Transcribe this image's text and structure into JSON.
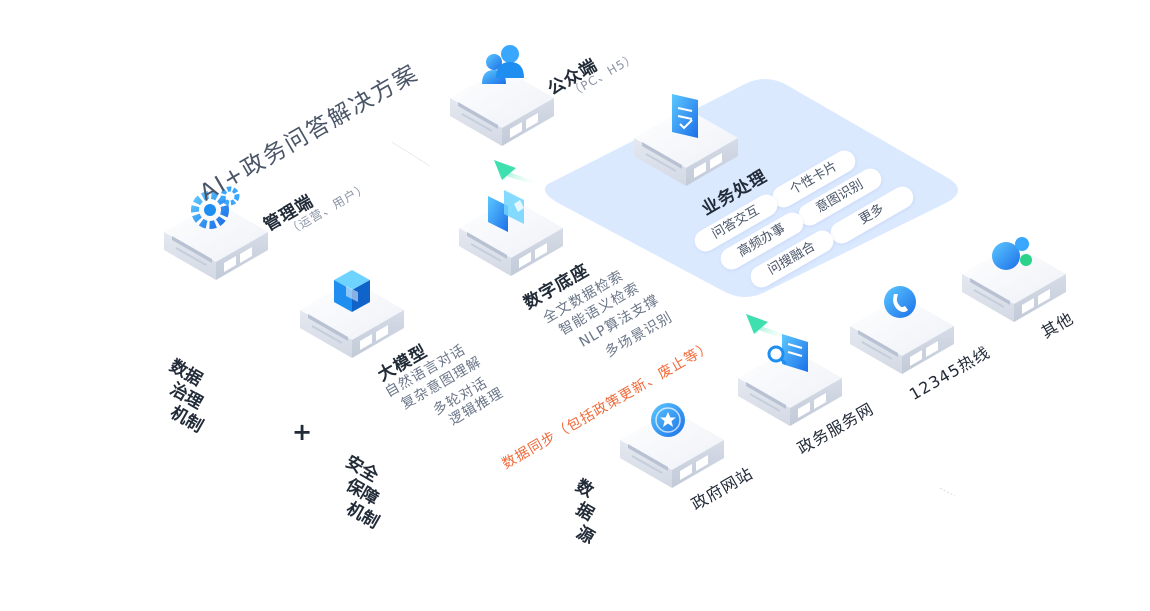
{
  "title": "AI+政务问答解决方案",
  "colors": {
    "accent": "#1e8ff0",
    "accent_light": "#dbe9ff",
    "sync": "#f06a3a",
    "text_dark": "#222b38",
    "text_muted": "#8a94a6"
  },
  "nodes": {
    "public": {
      "title": "公众端",
      "subtitle": "（PC、H5）",
      "icon": "users-icon"
    },
    "admin": {
      "title": "管理端",
      "subtitle": "（运营、用户）",
      "icon": "gears-icon"
    },
    "digital_base": {
      "title": "数字底座",
      "icon": "layers-icon",
      "features": [
        "全文数据检索",
        "智能语义检索",
        "NLP算法支撑",
        "多场景识别"
      ]
    },
    "big_model": {
      "title": "大模型",
      "icon": "cube-icon",
      "features": [
        "自然语言对话",
        "复杂意图理解",
        "多轮对话",
        "逻辑推理"
      ]
    },
    "business": {
      "title": "业务处理",
      "icon": "document-icon",
      "tags": [
        "个性卡片",
        "问答交互",
        "意图识别",
        "高频办事",
        "更多",
        "问搜融合"
      ]
    }
  },
  "mechanisms": {
    "data_governance": [
      "数据",
      "治理",
      "机制"
    ],
    "plus": "+",
    "security": [
      "安全",
      "保障",
      "机制"
    ]
  },
  "sync_label": "数据同步（包括政策更新、废止等）",
  "data_source": {
    "label": [
      "数",
      "据",
      "源"
    ],
    "items": [
      {
        "label": "政府网站",
        "icon": "star-badge-icon"
      },
      {
        "label": "政务服务网",
        "icon": "search-doc-icon"
      },
      {
        "label": "12345热线",
        "icon": "phone-icon"
      },
      {
        "label": "其他",
        "icon": "bubbles-icon"
      }
    ]
  }
}
